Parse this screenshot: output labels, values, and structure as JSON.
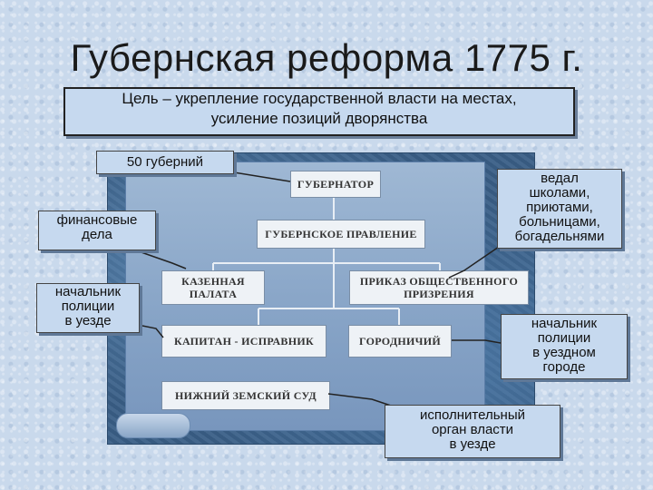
{
  "title": "Губернская реформа 1775 г.",
  "goal": {
    "line1": "Цель – укрепление государственной власти на местах,",
    "line2": "усиление позиций дворянства"
  },
  "org": {
    "governor": "ГУБЕРНАТОР",
    "board": "ГУБЕРНСКОЕ ПРАВЛЕНИЕ",
    "treasury_line1": "КАЗЕННАЯ",
    "treasury_line2": "ПАЛАТА",
    "charity_line1": "ПРИКАЗ ОБЩЕСТВЕННОГО",
    "charity_line2": "ПРИЗРЕНИЯ",
    "captain": "КАПИТАН - ИСПРАВНИК",
    "mayor": "ГОРОДНИЧИЙ",
    "court": "НИЖНИЙ ЗЕМСКИЙ СУД"
  },
  "callouts": {
    "provinces": "50 губерний",
    "finance": [
      "финансовые",
      "дела"
    ],
    "police_uezd": [
      "начальник",
      "полиции",
      "в уезде"
    ],
    "schools": [
      "ведал",
      "школами,",
      "приютами,",
      "больницами,",
      "богадельнями"
    ],
    "police_city": [
      "начальник",
      "полиции",
      "в уездном",
      "городе"
    ],
    "executive": [
      "исполнительный",
      "орган власти",
      "в уезде"
    ]
  }
}
